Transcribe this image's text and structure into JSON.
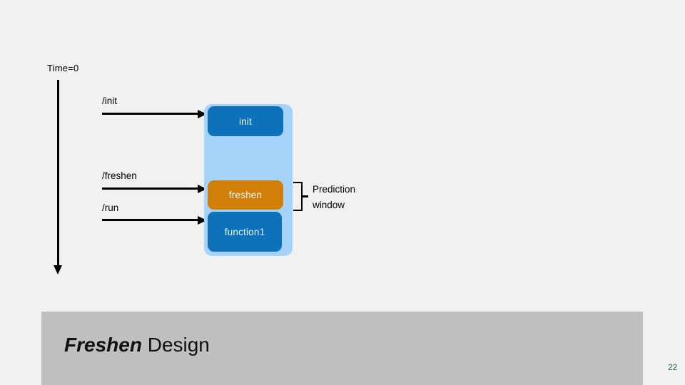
{
  "slide": {
    "background_color": "#f1f1f1",
    "page_number": "22"
  },
  "timeline": {
    "label": "Time=0"
  },
  "messages": [
    {
      "label": "/init"
    },
    {
      "label": "/freshen"
    },
    {
      "label": "/run"
    }
  ],
  "lifeline": {
    "container_color": "#a5d3fa",
    "activations": [
      {
        "label": "init",
        "color": "#0e72bb"
      },
      {
        "label": "freshen",
        "color": "#d17f09"
      },
      {
        "label": "function1",
        "color": "#0e72bb"
      }
    ]
  },
  "annotation": {
    "line1": "Prediction",
    "line2": "window"
  },
  "footer": {
    "title_emphasis": "Freshen",
    "title_rest": " Design",
    "band_color": "#bfbfbf"
  }
}
